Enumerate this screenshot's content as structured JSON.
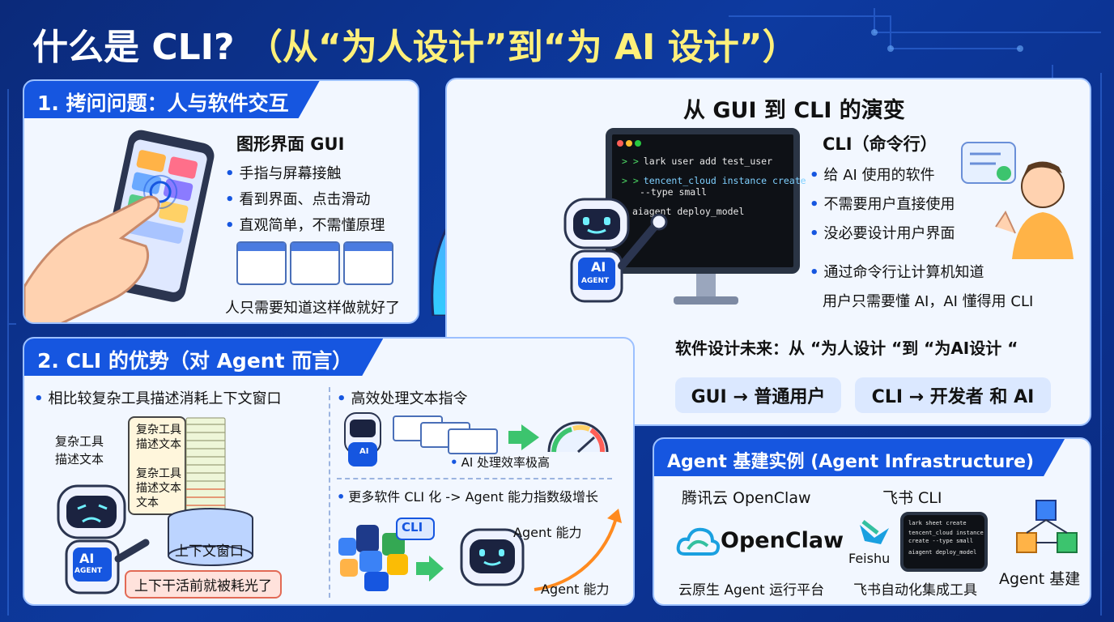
{
  "title": {
    "main": "什么是 CLI?",
    "sub": "（从“为人设计”到“为 AI 设计”）"
  },
  "panel1": {
    "tab": "1. 拷问问题：人与软件交互",
    "heading": "图形界面 GUI",
    "bullets": [
      "手指与屏幕接触",
      "看到界面、点击滑动",
      "直观简单，不需懂原理"
    ],
    "caption": "人只需要知道这样做就好了"
  },
  "panel_evolution": {
    "title": "从 GUI 到 CLI 的演变",
    "terminal_lines": [
      {
        "prefix": "> >",
        "text": "lark user add test_user"
      },
      {
        "prefix": "> >",
        "text": "tencent_cloud instance create",
        "text2": "--type small"
      },
      {
        "prefix": ">",
        "text": "aiagent deploy_model"
      }
    ],
    "robot_badge_main": "AI",
    "robot_badge_sub": "AGENT",
    "cli_heading": "CLI（命令行）",
    "cli_bullets": [
      "给 AI 使用的软件",
      "不需要用户直接使用",
      "没必要设计用户界面"
    ],
    "cli_note_line1": "通过命令行让计算机知道",
    "cli_note_line2": "用户只需要懂 AI，AI 懂得用 CLI",
    "future": "软件设计未来：从 “为人设计 “到 “为AI设计 “",
    "chip_gui": "GUI → 普通用户",
    "chip_cli": "CLI → 开发者  和 AI"
  },
  "panel2": {
    "tab": "2. CLI 的优势（对 Agent 而言）",
    "left_bullet": "相比较复杂工具描述消耗上下文窗口",
    "left_label": "复杂工具\n描述文本",
    "bubble_text": "复杂工具\n描述文本\n\n复杂工具\n描述文本\n文本",
    "context_window": "上下文窗口",
    "red_note": "上下干活前就被耗光了",
    "robot_badge_main": "AI",
    "robot_badge_sub": "AGENT",
    "right_bullet1": "高效处理文本指令",
    "efficiency": "AI 处理效率极高",
    "right_bullet2": "更多软件 CLI 化 -> Agent 能力指数级增长",
    "cli_tag": "CLI",
    "agent_ability_top": "Agent 能力",
    "agent_ability_bottom": "Agent 能力",
    "mini_badge": "AI"
  },
  "panel3": {
    "tab": "Agent 基建实例 (Agent Infrastructure)",
    "tencent_title": "腾讯云 OpenClaw",
    "openclaw_logo": "OpenClaw",
    "tencent_caption": "云原生 Agent 运行平台",
    "feishu_title": "飞书 CLI",
    "feishu_logo": "Feishu",
    "feishu_terminal": [
      "lark sheet create",
      "tencent_cloud instance",
      "create --type small",
      "aiagent deploy_model"
    ],
    "feishu_caption": "飞书自动化集成工具",
    "infra_label": "Agent 基建"
  },
  "colors": {
    "accent": "#1656e0",
    "title_sub": "#fff07a",
    "panel_bg": "#f2f7ff"
  }
}
